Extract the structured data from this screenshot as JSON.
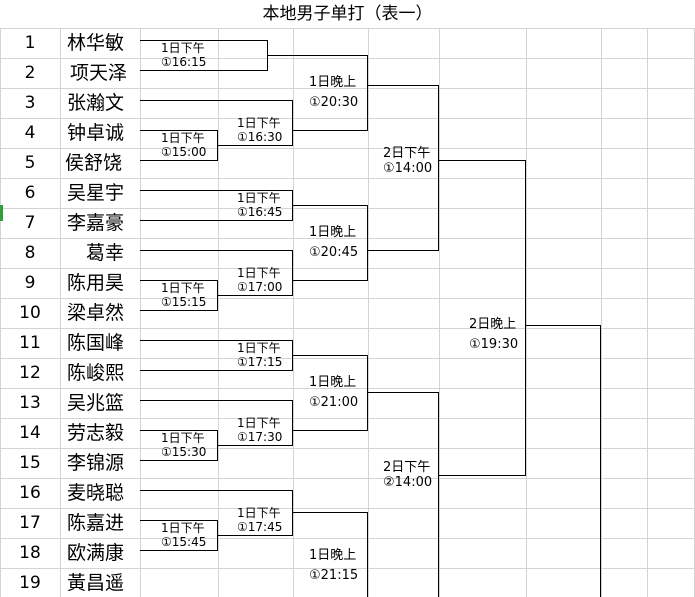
{
  "title": "本地男子单打（表一）",
  "row_numbers": [
    "1",
    "2",
    "3",
    "4",
    "5",
    "6",
    "7",
    "8",
    "9",
    "10",
    "11",
    "12",
    "13",
    "14",
    "15",
    "16",
    "17",
    "18",
    "19"
  ],
  "players": [
    "林华敏",
    "项天泽",
    "张瀚文",
    "钟卓诚",
    "侯舒饶",
    "吴星宇",
    "李嘉豪",
    "葛幸",
    "陈用昊",
    "梁卓然",
    "陈国峰",
    "陈峻熙",
    "吴兆篮",
    "劳志毅",
    "李锦源",
    "麦晓聪",
    "陈嘉进",
    "欧满康",
    "黃昌遥"
  ],
  "round1": [
    {
      "day": "1日下午",
      "time": "①16:15"
    },
    {
      "day": "1日下午",
      "time": "①15:00"
    },
    {
      "day": "1日下午",
      "time": "①15:15"
    },
    {
      "day": "1日下午",
      "time": "①15:30"
    },
    {
      "day": "1日下午",
      "time": "①15:45"
    }
  ],
  "round2": [
    {
      "day": "1日下午",
      "time": "①16:30"
    },
    {
      "day": "1日下午",
      "time": "①16:45"
    },
    {
      "day": "1日下午",
      "time": "①17:00"
    },
    {
      "day": "1日下午",
      "time": "①17:15"
    },
    {
      "day": "1日下午",
      "time": "①17:30"
    },
    {
      "day": "1日下午",
      "time": "①17:45"
    }
  ],
  "round3": [
    {
      "day": "1日晚上",
      "time": "①20:30"
    },
    {
      "day": "1日晚上",
      "time": "①20:45"
    },
    {
      "day": "1日晚上",
      "time": "①21:00"
    },
    {
      "day": "1日晚上",
      "time": "①21:15"
    }
  ],
  "round4": [
    {
      "day": "2日下午",
      "time": "①14:00"
    },
    {
      "day": "2日下午",
      "time": "②14:00"
    }
  ],
  "round5": [
    {
      "day": "2日晚上",
      "time": "①19:30"
    }
  ]
}
